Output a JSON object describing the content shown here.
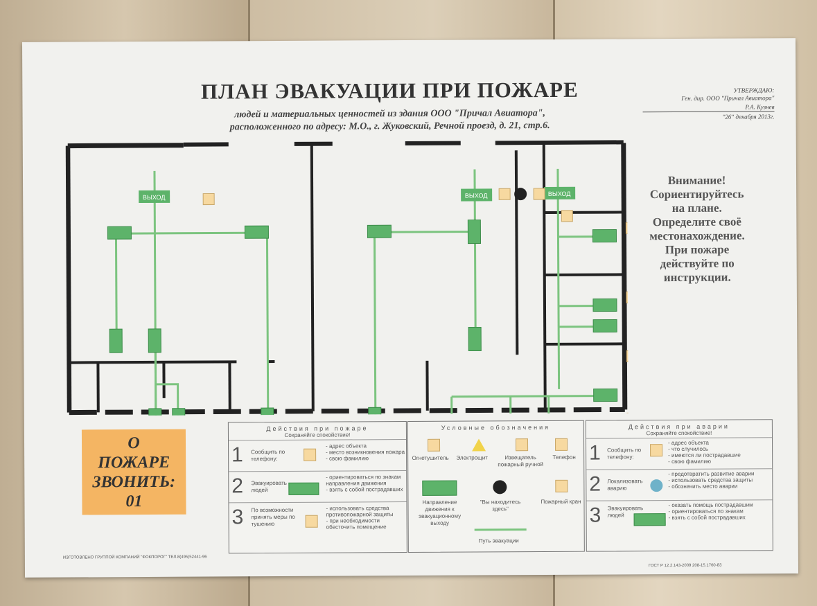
{
  "title": "ПЛАН ЭВАКУАЦИИ ПРИ ПОЖАРЕ",
  "subtitle_line1": "людей и материальных ценностей из здания ООО \"Причал Авиатора\",",
  "subtitle_line2": "расположенного по адресу:  М.О., г. Жуковский,  Речной проезд, д. 21, стр.6.",
  "approve": {
    "head": "УТВЕРЖДАЮ:",
    "line1": "Ген. дир. ООО \"Причал Авиатора\"",
    "line2": "Р.А. Кузнев",
    "line3": "\"26\" декабря 2013г."
  },
  "plan": {
    "exit_label": "ВЫХОД"
  },
  "attention": [
    "Внимание!",
    "Сориентируйтесь",
    "на плане.",
    "Определите своё",
    "местонахождение.",
    "При пожаре",
    "действуйте по",
    "инструкции."
  ],
  "call_box": [
    "О",
    "ПОЖАРЕ",
    "ЗВОНИТЬ:",
    "01"
  ],
  "fire_actions": {
    "title": "Действия при пожаре",
    "subtitle": "Сохраняйте спокойствие!",
    "rows": [
      {
        "num": "1",
        "label": "Сообщить по телефону:",
        "items": [
          "- адрес объекта",
          "- место возникновения пожара",
          "- свою фамилию"
        ]
      },
      {
        "num": "2",
        "label": "Эвакуировать людей",
        "items": [
          "- ориентироваться по знакам направления движения",
          "- взять с собой пострадавших"
        ]
      },
      {
        "num": "3",
        "label": "По возможности принять меры по тушению",
        "items": [
          "- использовать средства противопожарной защиты",
          "- при необходимости обесточить помещение"
        ]
      }
    ]
  },
  "legend": {
    "title": "Условные обозначения",
    "items": [
      "Огнетушитель",
      "Электрощит",
      "Извещатель пожарный ручной",
      "Телефон",
      "Направление движения к эвакуационному выходу",
      "\"Вы находитесь здесь\"",
      "Пожарный кран",
      "Путь эвакуации"
    ]
  },
  "accident_actions": {
    "title": "Действия при аварии",
    "subtitle": "Сохраняйте спокойствие!",
    "rows": [
      {
        "num": "1",
        "label": "Сообщить по телефону:",
        "items": [
          "- адрес объекта",
          "- что случилось",
          "- имеются ли пострадавшие",
          "- свою фамилию"
        ]
      },
      {
        "num": "2",
        "label": "Локализовать аварию",
        "items": [
          "- предотвратить развитие аварии",
          "- использовать средства защиты",
          "- обозначить место аварии"
        ]
      },
      {
        "num": "3",
        "label": "Эвакуировать людей",
        "items": [
          "- оказать помощь пострадавшим",
          "- ориентироваться по знакам",
          "- взять с собой пострадавших"
        ]
      }
    ]
  },
  "footer_left": "ИЗГОТОВЛЕНО ГРУППОЙ КОМПАНИЙ \"ФОКПОРОГ\" ТЕЛ.8(495)52441-96",
  "footer_right": "ГОСТ Р 12.2.143-2009 208-15.1760-83",
  "colors": {
    "path": "#7cc47f",
    "sign": "#5db36a",
    "wall": "#222222",
    "call_box": "#f4b563"
  }
}
